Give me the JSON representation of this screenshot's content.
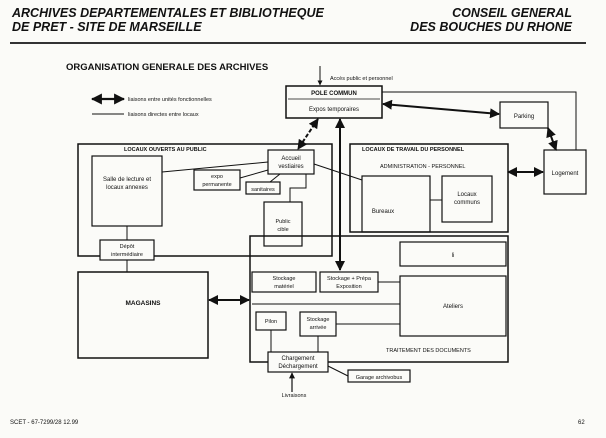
{
  "header": {
    "left_line1": "ARCHIVES DEPARTEMENTALES ET BIBLIOTHEQUE",
    "left_line2": "DE PRET - SITE DE MARSEILLE",
    "right_line1": "CONSEIL GENERAL",
    "right_line2": "DES BOUCHES DU RHONE"
  },
  "title": "ORGANISATION GENERALE DES ARCHIVES",
  "legend": {
    "functional": "liaisons entre unités fonctionnelles",
    "direct": "liaisons directes entre locaux"
  },
  "labels": {
    "acces_public": "Accès public et personnel",
    "pole_commun": "POLE COMMUN",
    "expos_temporaires": "Expos temporaires",
    "parking": "Parking",
    "logement": "Logement",
    "locaux_ouverts": "LOCAUX OUVERTS AU PUBLIC",
    "salle_l1": "Salle de lecture et",
    "salle_l2": "locaux annexes",
    "accueil_l1": "Accueil",
    "accueil_l2": "vestiaires",
    "expo_l1": "expo",
    "expo_l2": "permanente",
    "sanitaires": "sanitaires",
    "public_l1": "Public",
    "public_l2": "cible",
    "locaux_travail": "LOCAUX DE TRAVAIL DU PERSONNEL",
    "administration": "ADMINISTRATION - PERSONNEL",
    "bureaux": "Bureaux",
    "communs_l1": "Locaux",
    "communs_l2": "communs",
    "depot_l1": "Dépôt",
    "depot_l2": "intermédiaire",
    "li": "li",
    "magasins": "MAGASINS",
    "stock_mat_l1": "Stockage",
    "stock_mat_l2": "matériel",
    "stock_prepa_l1": "Stockage + Prépa",
    "stock_prepa_l2": "Exposition",
    "ateliers": "Ateliers",
    "pilon": "Pilon",
    "stock_arr_l1": "Stockage",
    "stock_arr_l2": "arrivée",
    "traitement": "TRAITEMENT DES DOCUMENTS",
    "charg_l1": "Chargement",
    "charg_l2": "Déchargement",
    "garage": "Garage archivobus",
    "livraisons": "Livraisons"
  },
  "footer": {
    "left": "SCET - 67-7299/28 12.99",
    "page": "62"
  }
}
